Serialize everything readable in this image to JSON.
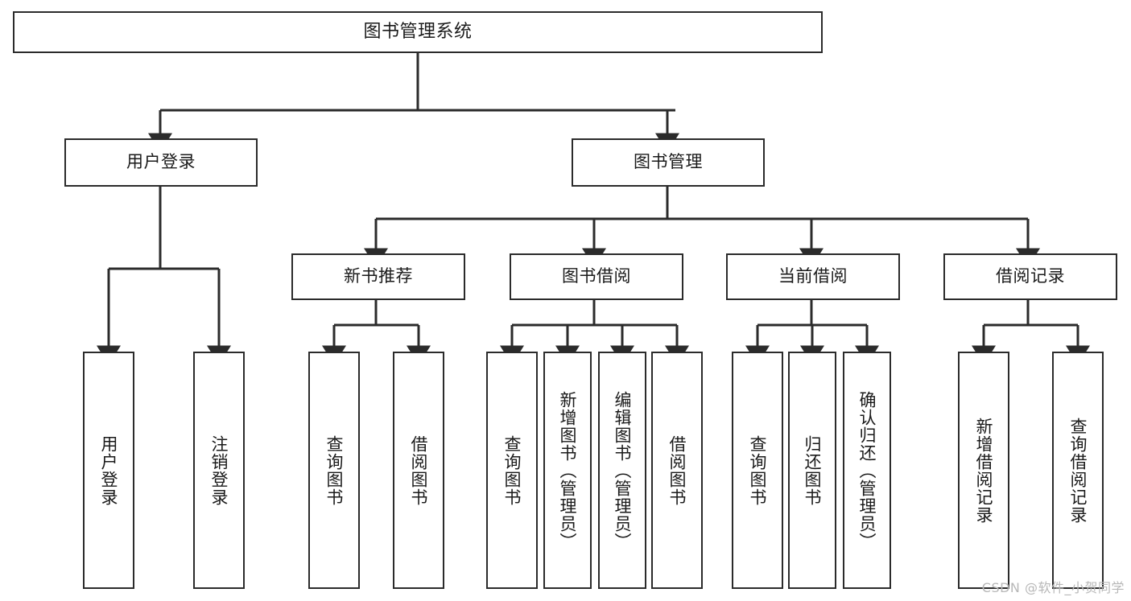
{
  "diagram": {
    "type": "tree",
    "title": "图书管理系统",
    "orientation": "top-down",
    "colors": {
      "box_border": "#2b2b2b",
      "box_fill": "#ffffff",
      "connector": "#2b2b2b",
      "text": "#1a1a1a",
      "watermark": "#b8b8b8",
      "background": "#ffffff"
    },
    "root": {
      "id": "root",
      "label": "图书管理系统",
      "orientation": "horizontal"
    },
    "level2": [
      {
        "id": "user-login",
        "label": "用户登录",
        "orientation": "horizontal"
      },
      {
        "id": "book-manage",
        "label": "图书管理",
        "orientation": "horizontal"
      }
    ],
    "level3": [
      {
        "id": "new-book-recommend",
        "label": "新书推荐",
        "orientation": "horizontal",
        "parent": "book-manage"
      },
      {
        "id": "book-borrow",
        "label": "图书借阅",
        "orientation": "horizontal",
        "parent": "book-manage"
      },
      {
        "id": "current-borrow",
        "label": "当前借阅",
        "orientation": "horizontal",
        "parent": "book-manage"
      },
      {
        "id": "borrow-record",
        "label": "借阅记录",
        "orientation": "horizontal",
        "parent": "book-manage"
      }
    ],
    "leaves": [
      {
        "id": "leaf-user-login",
        "label": "用户登录",
        "orientation": "vertical",
        "parent": "user-login"
      },
      {
        "id": "leaf-user-logout",
        "label": "注销登录",
        "orientation": "vertical",
        "parent": "user-login"
      },
      {
        "id": "leaf-query-book-1",
        "label": "查询图书",
        "orientation": "vertical",
        "parent": "new-book-recommend"
      },
      {
        "id": "leaf-borrow-book-1",
        "label": "借阅图书",
        "orientation": "vertical",
        "parent": "new-book-recommend"
      },
      {
        "id": "leaf-query-book-2",
        "label": "查询图书",
        "orientation": "vertical",
        "parent": "book-borrow"
      },
      {
        "id": "leaf-add-book",
        "label": "新增图书（管理员）",
        "orientation": "vertical",
        "parent": "book-borrow"
      },
      {
        "id": "leaf-edit-book",
        "label": "编辑图书（管理员）",
        "orientation": "vertical",
        "parent": "book-borrow"
      },
      {
        "id": "leaf-borrow-book-2",
        "label": "借阅图书",
        "orientation": "vertical",
        "parent": "book-borrow"
      },
      {
        "id": "leaf-query-book-3",
        "label": "查询图书",
        "orientation": "vertical",
        "parent": "current-borrow"
      },
      {
        "id": "leaf-return-book",
        "label": "归还图书",
        "orientation": "vertical",
        "parent": "current-borrow"
      },
      {
        "id": "leaf-confirm-return",
        "label": "确认归还（管理员）",
        "orientation": "vertical",
        "parent": "current-borrow"
      },
      {
        "id": "leaf-add-record",
        "label": "新增借阅记录",
        "orientation": "vertical",
        "parent": "borrow-record"
      },
      {
        "id": "leaf-query-record",
        "label": "查询借阅记录",
        "orientation": "vertical",
        "parent": "borrow-record"
      }
    ]
  },
  "watermark": {
    "text": "CSDN @软件_小贺同学"
  }
}
